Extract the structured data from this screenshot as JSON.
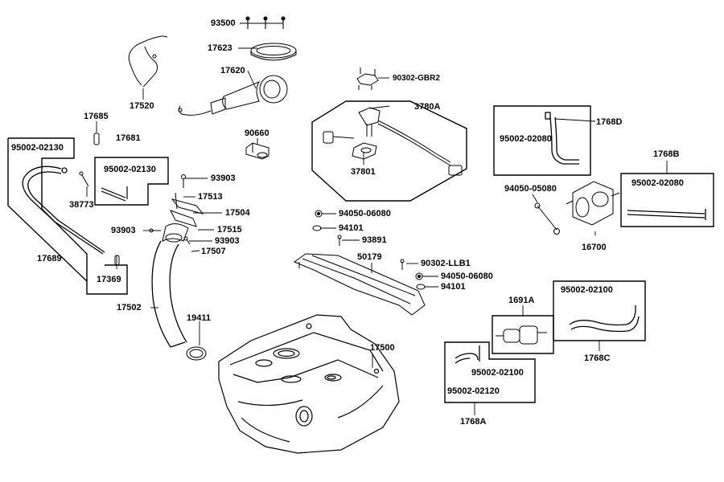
{
  "labels": {
    "p93500": "93500",
    "p17623": "17623",
    "p17620": "17620",
    "p17520": "17520",
    "p90302_gbr2": "90302-GBR2",
    "p3780a": "3780A",
    "p37801": "37801",
    "p90660": "90660",
    "p17685": "17685",
    "p17681": "17681",
    "p95002_02130_a": "95002-02130",
    "p95002_02130_b": "95002-02130",
    "p38773": "38773",
    "p93903_a": "93903",
    "p17513": "17513",
    "p17504": "17504",
    "p17515": "17515",
    "p93903_b": "93903",
    "p93903_c": "93903",
    "p17507": "17507",
    "p17689": "17689",
    "p17369": "17369",
    "p17502": "17502",
    "p19411": "19411",
    "p17500": "17500",
    "p94050_06080_a": "94050-06080",
    "p94101_a": "94101",
    "p93891": "93891",
    "p50179": "50179",
    "p90302_llb1": "90302-LLB1",
    "p94050_06080_b": "94050-06080",
    "p94101_b": "94101",
    "p1768d": "1768D",
    "p95002_02080_a": "95002-02080",
    "p1768b": "1768B",
    "p95002_02080_b": "95002-02080",
    "p94050_05080": "94050-05080",
    "p16700": "16700",
    "p95002_02100_a": "95002-02100",
    "p1691a": "1691A",
    "p1768c": "1768C",
    "p95002_02100_b": "95002-02100",
    "p95002_02120": "95002-02120",
    "p1768a": "1768A"
  }
}
